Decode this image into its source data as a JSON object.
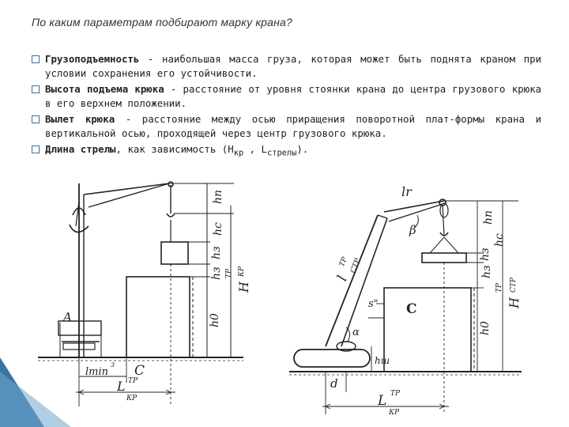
{
  "title": "По каким параметрам подбирают марку крана?",
  "bullets": [
    {
      "term": "Грузоподъемность",
      "text": " - наибольшая масса груза, которая может быть поднята краном при условии сохранения его устойчивости."
    },
    {
      "term": "Высота подъема крюка",
      "text": " - расстояние от уровня стоянки крана до центра грузового крюка в его верхнем положении."
    },
    {
      "term": "Вылет крюка",
      "text": " - расстояние между осью приращения поворотной плат-формы крана и вертикальной осью, проходящей через центр грузового крюка."
    },
    {
      "term": "Длина стрелы",
      "text": ", как зависимость (H",
      "sub1": "кр",
      "mid": " , L",
      "sub2": "стрелы",
      "end": ")."
    }
  ],
  "diagram_labels": {
    "left": {
      "hn": "hп",
      "hc": "hс",
      "hz_upper": "hз",
      "hz_lower": "hз",
      "h0": "h0",
      "H": "H",
      "H_sup": "ТР",
      "H_sub": "КР",
      "A": "A",
      "lmin": "lmin",
      "lmin_sup": "3",
      "C": "C",
      "L": "L",
      "L_sup": "ТР",
      "L_sub": "КР"
    },
    "right": {
      "lr": "lr",
      "beta": "β",
      "hn": "hп",
      "hc": "hс",
      "hz_upper": "hз",
      "hz_lower": "hз",
      "h0": "h0",
      "H": "H",
      "H_sup": "ТР",
      "H_sub": "СТР",
      "boom": "l",
      "boom_sup": "ТР",
      "boom_sub": "СТР",
      "s": "s\"",
      "C": "C",
      "alpha": "α",
      "hsh": "hш",
      "d": "d",
      "L": "L",
      "L_sup": "ТР",
      "L_sub": "КР"
    }
  },
  "colors": {
    "accent": "#3b6ea5",
    "ink": "#222222",
    "corner1": "#2f6d9a",
    "corner2": "#6fa8cf"
  }
}
